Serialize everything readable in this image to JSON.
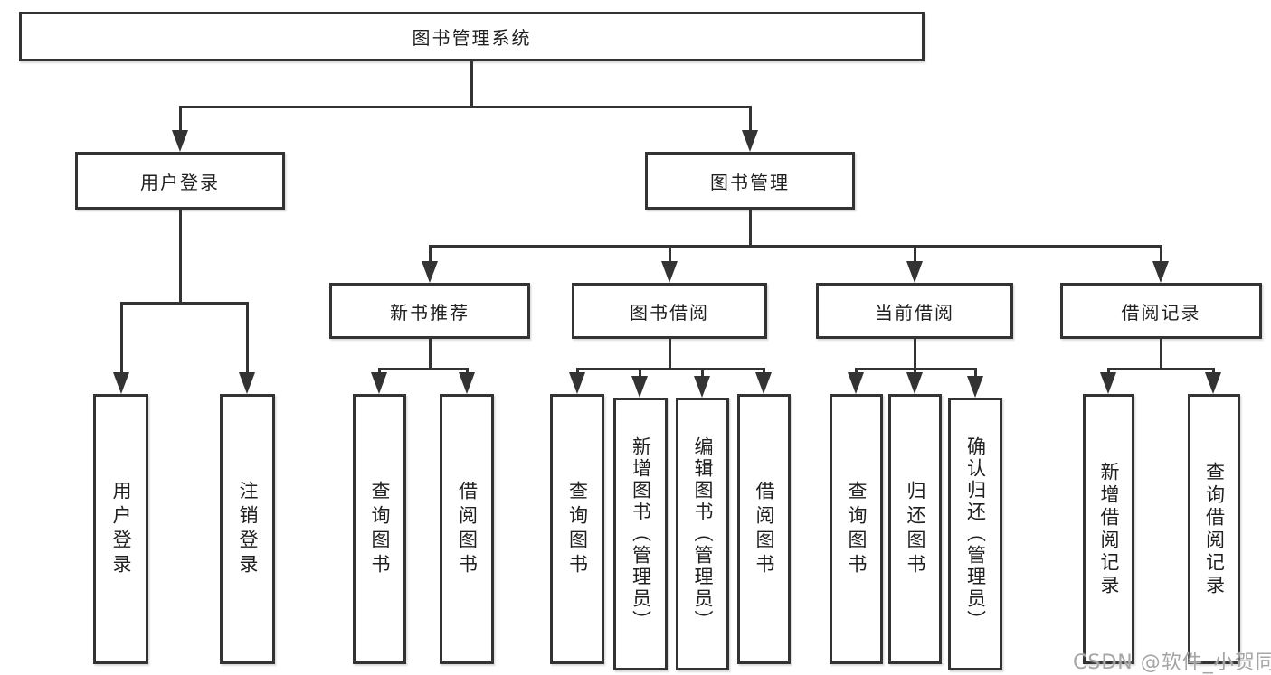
{
  "diagram": {
    "root": {
      "label": "图书管理系统"
    },
    "level2": [
      {
        "label": "用户登录",
        "parent": "图书管理系统"
      },
      {
        "label": "图书管理",
        "parent": "图书管理系统"
      }
    ],
    "level3": [
      {
        "label": "新书推荐",
        "parent": "图书管理"
      },
      {
        "label": "图书借阅",
        "parent": "图书管理"
      },
      {
        "label": "当前借阅",
        "parent": "图书管理"
      },
      {
        "label": "借阅记录",
        "parent": "图书管理"
      }
    ],
    "level4": [
      {
        "label": "用户登录",
        "parent": "用户登录"
      },
      {
        "label": "注销登录",
        "parent": "用户登录"
      },
      {
        "label": "查询图书",
        "parent": "新书推荐"
      },
      {
        "label": "借阅图书",
        "parent": "新书推荐"
      },
      {
        "label": "查询图书",
        "parent": "图书借阅"
      },
      {
        "label": "新增图书（管理员）",
        "parent": "图书借阅"
      },
      {
        "label": "编辑图书（管理员）",
        "parent": "图书借阅"
      },
      {
        "label": "借阅图书",
        "parent": "图书借阅"
      },
      {
        "label": "查询图书",
        "parent": "当前借阅"
      },
      {
        "label": "归还图书",
        "parent": "当前借阅"
      },
      {
        "label": "确认归还（管理员）",
        "parent": "当前借阅"
      },
      {
        "label": "新增借阅记录",
        "parent": "借阅记录"
      },
      {
        "label": "查询借阅记录",
        "parent": "借阅记录"
      }
    ],
    "watermark": {
      "text": "CSDN @软件_小贺同学"
    },
    "colors": {
      "line": "#333333",
      "text": "#1f1f1f",
      "background": "#ffffff",
      "watermark": "#a6a6a6"
    }
  }
}
